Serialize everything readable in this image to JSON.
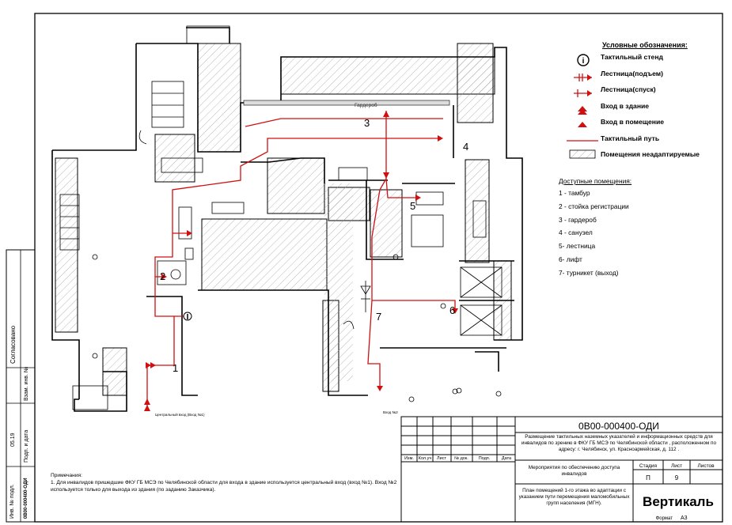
{
  "legend": {
    "title": "Условные обозначения:",
    "items": [
      {
        "icon": "tactile-stand-icon",
        "label": "Тактильный стенд"
      },
      {
        "icon": "stairs-up-icon",
        "label": "Лестница(подъем)"
      },
      {
        "icon": "stairs-down-icon",
        "label": "Лестница(спуск)"
      },
      {
        "icon": "building-entrance-icon",
        "label": "Вход в здание"
      },
      {
        "icon": "room-entrance-icon",
        "label": "Вход в помещение"
      },
      {
        "icon": "tactile-path-icon",
        "label": "Тактильный путь"
      },
      {
        "icon": "non-adapted-room-icon",
        "label": "Помещения неадаптируемые"
      }
    ]
  },
  "rooms": {
    "title": "Доступные помещения:",
    "items": [
      "1 - тамбур",
      "2 - стойка регистрации",
      "3 - гардероб",
      "4 - санузел",
      "5- лестница",
      "6- лифт",
      "7- турникет (выход)"
    ]
  },
  "plan_labels": {
    "wardrobe": "Гардероб",
    "n1": "1",
    "n2": "2",
    "n3": "3",
    "n4": "4",
    "n5": "5",
    "n6": "6",
    "n7": "7",
    "entrance1": "Центральный вход (Вход №1)",
    "entrance2": "Вход №2"
  },
  "notes": {
    "title": "Примечания:",
    "text": "1. Для инвалидов пришедшие ФКУ   ГБ МСЭ по Челябинской области   для входа в здание используется   центральный вход (вход №1).  Вход №2 используется только для выхода из здания (по заданию Заказчика)."
  },
  "title_block": {
    "code": "0В00-000400-ОДИ",
    "description": "Размещение тактильных наземных указателей и информационных средств для инвалидов по зрению в ФКУ   ГБ МСЭ по Челябинской области  , расположенном по адресу: г. Челябинск, ул. Красноармейская, д. 112 .",
    "activity": "Мероприятия по обеспечению доступа инвалидов",
    "sheet_title": "План помещений 1-го этажа во адаптации с указанием пути перемещения маломобильных групп населения (МГН).",
    "headers": {
      "izm": "Изм.",
      "kol": "Кол.уч",
      "list": "Лист",
      "ndok": "№ док.",
      "podp": "Подп.",
      "data": "Дата"
    },
    "stage_label": "Стадия",
    "sheet_label": "Лист",
    "sheets_label": "Листов",
    "stage": "П",
    "sheet": "9",
    "company": "Вертикаль",
    "format_label": "Формат",
    "format": "А3"
  },
  "side_stamp": {
    "agreed": "Согласовано",
    "inv_vzam": "Взам. инв. №",
    "sign_date": "Подп. и дата",
    "sign_date_value": "05.19",
    "inv_podl": "Инв. № подл.",
    "inv_podl_value": "0В00-000400-ОДИ"
  },
  "colors": {
    "tactile": "#d01010",
    "lines": "#000000"
  }
}
